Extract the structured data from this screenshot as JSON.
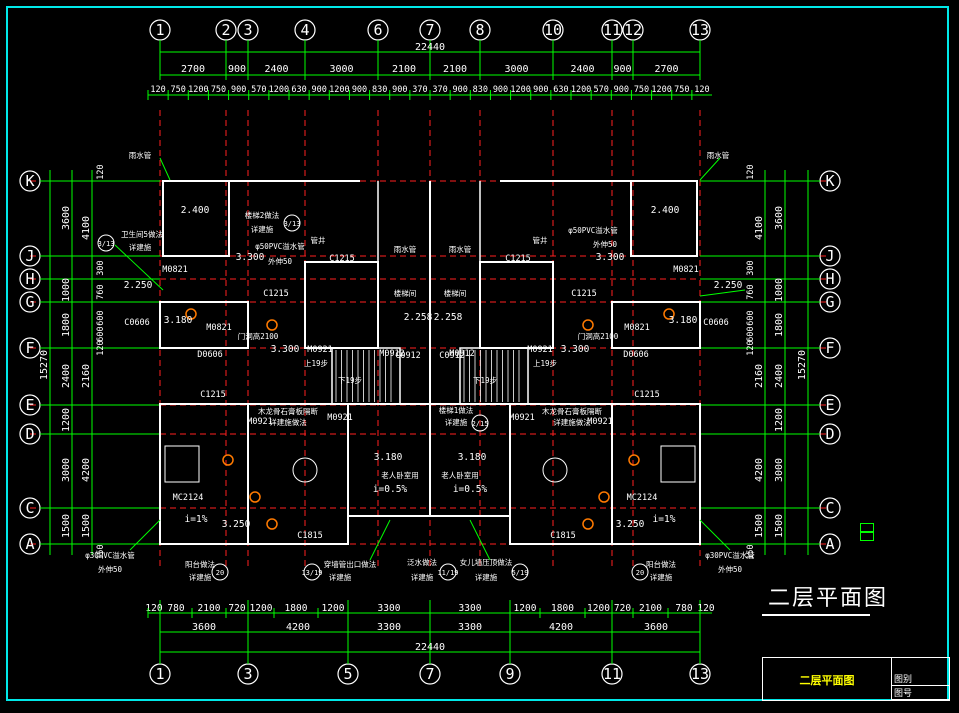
{
  "drawing": {
    "title": "二层平面图",
    "title_block": {
      "name": "二层平面图",
      "row1": "图别",
      "row2": "图号"
    },
    "colors": {
      "border": "#00e8e8",
      "dim": "#00ff00",
      "wall": "#ffffff",
      "axis": "#ff2020",
      "label": "#ffff00",
      "bubble": "#ffffff",
      "bg": "#000000"
    },
    "top_axes": [
      "1",
      "2",
      "3",
      "4",
      "6",
      "7",
      "8",
      "10",
      "11",
      "12",
      "13"
    ],
    "bottom_axes": [
      "1",
      "3",
      "5",
      "7",
      "9",
      "11",
      "13"
    ],
    "left_axes": [
      "K",
      "J",
      "H",
      "G",
      "F",
      "E",
      "D",
      "C",
      "A"
    ],
    "right_axes": [
      "K",
      "J",
      "H",
      "G",
      "F",
      "E",
      "D",
      "C",
      "A"
    ],
    "top_overall": "22440",
    "bottom_overall": "22440",
    "top_mid_dims": [
      "2700",
      "900",
      "2400",
      "3000",
      "2100",
      "2100",
      "3000",
      "2400",
      "900",
      "2700"
    ],
    "top_fine_dims": [
      "120",
      "750",
      "1200",
      "750",
      "900",
      "570",
      "1200",
      "630",
      "900",
      "1200",
      "900",
      "830",
      "900",
      "370",
      "370",
      "900",
      "830",
      "900",
      "1200",
      "900",
      "630",
      "1200",
      "570",
      "900",
      "750",
      "1200",
      "750",
      "120"
    ],
    "bottom_fine_dims": [
      "120",
      "780",
      "2100",
      "720",
      "1200",
      "1800",
      "1200",
      "3300",
      "3300",
      "1200",
      "1800",
      "1200",
      "720",
      "2100",
      "780",
      "120"
    ],
    "bottom_mid_dims": [
      "3600",
      "4200",
      "3300",
      "3300",
      "4200",
      "3600"
    ],
    "left_outer": "15270",
    "left_dims_a": [
      "3600",
      "1000",
      "1800",
      "2400",
      "1200",
      "3000",
      "1500"
    ],
    "left_dims_b": [
      "4100",
      "2160",
      "4200",
      "1500"
    ],
    "left_small": [
      "120",
      "300",
      "760",
      "600",
      "600",
      "120",
      "150"
    ],
    "right_outer": "15270",
    "right_dims_a": [
      "3600",
      "1000",
      "1800",
      "2400",
      "1200",
      "3000",
      "1500"
    ],
    "right_dims_b": [
      "4100",
      "2160",
      "4200",
      "1500"
    ],
    "right_small": [
      "120",
      "300",
      "760",
      "600",
      "600",
      "120",
      "150"
    ],
    "room_labels": [
      {
        "t": "2.400",
        "c": "w"
      },
      {
        "t": "2.400",
        "c": "w"
      },
      {
        "t": "3.300",
        "c": "w"
      },
      {
        "t": "3.300",
        "c": "w"
      },
      {
        "t": "2.250",
        "c": "w"
      },
      {
        "t": "2.250",
        "c": "w"
      },
      {
        "t": "3.180",
        "c": "w"
      },
      {
        "t": "3.180",
        "c": "w"
      },
      {
        "t": "2.258",
        "c": "w"
      },
      {
        "t": "2.258",
        "c": "w"
      },
      {
        "t": "3.300",
        "c": "w"
      },
      {
        "t": "3.300",
        "c": "w"
      },
      {
        "t": "3.180",
        "c": "w"
      },
      {
        "t": "3.180",
        "c": "w"
      },
      {
        "t": "3.250",
        "c": "w"
      },
      {
        "t": "3.250",
        "c": "w"
      },
      {
        "t": "i=0.5%",
        "c": "w"
      },
      {
        "t": "i=0.5%",
        "c": "w"
      },
      {
        "t": "i=1%",
        "c": "w"
      },
      {
        "t": "i=1%",
        "c": "w"
      }
    ],
    "door_window_labels": [
      "C1215",
      "C1215",
      "C1215",
      "C1215",
      "C1215",
      "C1215",
      "M0821",
      "M0821",
      "M0921",
      "M0921",
      "M0921",
      "M0921",
      "M0921",
      "M0921",
      "C0606",
      "C0606",
      "D0606",
      "D0606",
      "MC2124",
      "MC2124",
      "C1815",
      "C1815",
      "M0912",
      "M0912",
      "C0912",
      "C0912",
      "M0821",
      "M0821"
    ],
    "annotations": [
      "雨水管",
      "雨水管",
      "雨水管",
      "雨水管",
      "卫生间5做法",
      "详建施",
      "楼梯2做法",
      "详建施",
      "φ50PVC溢水管",
      "外伸50",
      "φ50PVC溢水管",
      "外伸50",
      "楼梯间",
      "楼梯间",
      "管井",
      "管井",
      "门洞高2100",
      "门洞高2100",
      "上19步",
      "下19步",
      "上19步",
      "下19步",
      "老人卧室用",
      "老人卧室用",
      "木龙骨石膏板隔断",
      "详建施做法",
      "木龙骨石膏板隔断",
      "详建施做法",
      "楼梯1做法",
      "详建施",
      "φ30PVC溢水管",
      "外伸50",
      "φ30PVC溢水管",
      "外伸50",
      "阳台做法",
      "详建施",
      "阳台做法",
      "详建施",
      "穿墙管出口做法",
      "详建施",
      "泛水做法",
      "详建施",
      "女儿墙压顶做法",
      "详建施"
    ],
    "detail_refs": [
      "3/13",
      "3/13",
      "2/15",
      "13/19",
      "11/19",
      "5/19",
      "20",
      "20"
    ]
  }
}
